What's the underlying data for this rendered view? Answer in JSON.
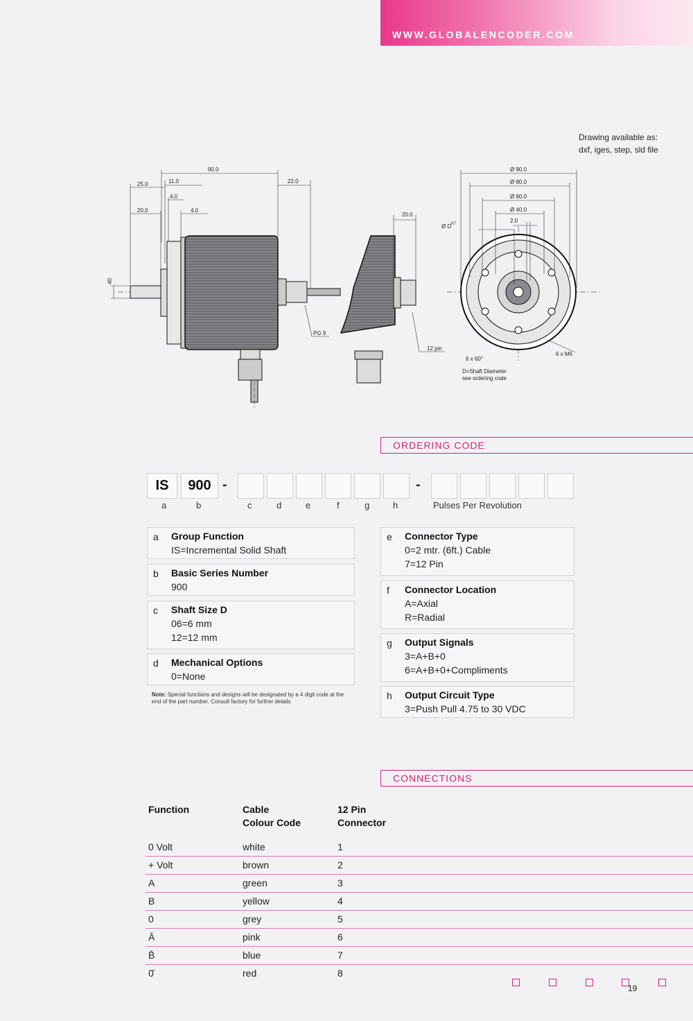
{
  "header": {
    "url": "WWW.GLOBALENCODER.COM",
    "band_color": "#e8388a"
  },
  "drawing_note": {
    "line1": "Drawing available as:",
    "line2": "dxf, iges, step, sld file"
  },
  "drawing_labels": {
    "d90": "90.0",
    "d25": "25.0",
    "d11": "11.0",
    "d22": "22.0",
    "d4a": "4.0",
    "d20a": "20.0",
    "d4b": "4.0",
    "d40v": "40",
    "pg9": "PG 9",
    "d20b": "20.0",
    "pin12": "12 pin",
    "o90": "Ø 90.0",
    "o80": "Ø 80.0",
    "o60": "Ø 60.0",
    "o40": "Ø 40.0",
    "d2": "2.0",
    "od": "Ø D",
    "h7": "h7",
    "ang": "6 x 60°",
    "m6": "6 x M6",
    "shaft1": "D=Shaft Diameter",
    "shaft2": "see ordering code"
  },
  "ordering": {
    "title": "ORDERING CODE",
    "code_prefix": "IS",
    "code_series": "900",
    "dash": "-",
    "letters": [
      "a",
      "b",
      "c",
      "d",
      "e",
      "f",
      "g",
      "h"
    ],
    "ppr_label": "Pulses Per Revolution",
    "options_left": [
      {
        "letter": "a",
        "title": "Group Function",
        "values": [
          "IS=Incremental Solid Shaft"
        ]
      },
      {
        "letter": "b",
        "title": "Basic Series Number",
        "values": [
          "900"
        ]
      },
      {
        "letter": "c",
        "title": "Shaft Size D",
        "values": [
          "06=6 mm",
          "12=12 mm"
        ]
      },
      {
        "letter": "d",
        "title": "Mechanical Options",
        "values": [
          "0=None"
        ]
      }
    ],
    "options_right": [
      {
        "letter": "e",
        "title": "Connector Type",
        "values": [
          "0=2 mtr. (6ft.) Cable",
          "7=12 Pin"
        ]
      },
      {
        "letter": "f",
        "title": "Connector Location",
        "values": [
          "A=Axial",
          "R=Radial"
        ]
      },
      {
        "letter": "g",
        "title": "Output Signals",
        "values": [
          "3=A+B+0",
          "6=A+B+0+Compliments"
        ]
      },
      {
        "letter": "h",
        "title": "Output Circuit Type",
        "values": [
          "3=Push Pull 4.75 to 30 VDC"
        ]
      }
    ],
    "note_label": "Note:",
    "note_text": "Special functions and designs will be designated by a 4 digit code at the end of the part number. Consult factory for further details"
  },
  "connections": {
    "title": "CONNECTIONS",
    "headers": {
      "function": "Function",
      "cable1": "Cable",
      "cable2": "Colour Code",
      "pin1": "12 Pin",
      "pin2": "Connector"
    },
    "rows": [
      {
        "function": "0 Volt",
        "colour": "white",
        "pin": "1"
      },
      {
        "function": "+ Volt",
        "colour": "brown",
        "pin": "2"
      },
      {
        "function": "A",
        "colour": "green",
        "pin": "3"
      },
      {
        "function": "B",
        "colour": "yellow",
        "pin": "4"
      },
      {
        "function": "0",
        "colour": "grey",
        "pin": "5"
      },
      {
        "function": "Ā",
        "colour": "pink",
        "pin": "6"
      },
      {
        "function": "B̄",
        "colour": "blue",
        "pin": "7"
      },
      {
        "function": "0̄",
        "colour": "red",
        "pin": "8"
      }
    ]
  },
  "footer": {
    "page": "19"
  }
}
